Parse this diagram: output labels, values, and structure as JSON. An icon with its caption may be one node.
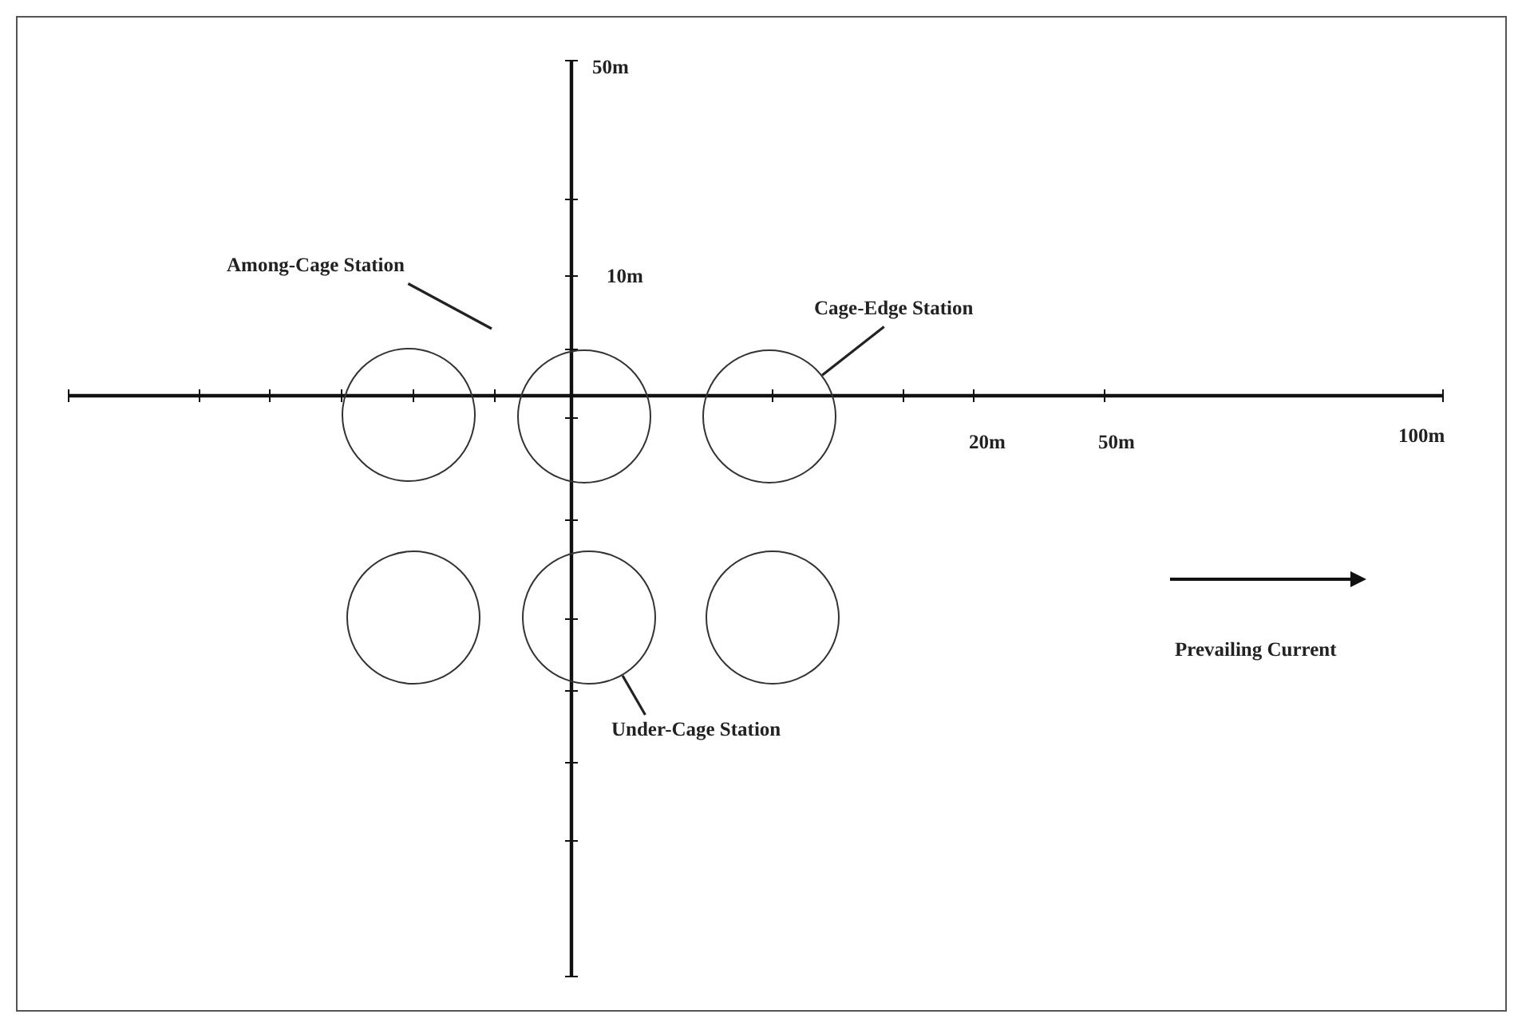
{
  "diagram": {
    "nodes": [
      {
        "text": [
          "Among-Cage Station"
        ]
      },
      {
        "text": [
          "Cage-Edge Station"
        ]
      },
      {
        "text": [],
        "shape": "circle"
      },
      {
        "text": [],
        "shape": "circle"
      },
      {
        "text": [],
        "shape": "circle"
      },
      {
        "text": [],
        "shape": "circle"
      },
      {
        "text": [],
        "shape": "circle"
      },
      {
        "text": [],
        "shape": "circle"
      },
      {
        "text": [
          "Under-Cage Station"
        ]
      }
    ],
    "edges": [
      {
        "from": 0,
        "to": null,
        "arrow": "none"
      },
      {
        "from": 1,
        "to": 4,
        "arrow": "none"
      },
      {
        "from": 8,
        "to": 6,
        "arrow": "none"
      }
    ],
    "labels": [
      "50m",
      "10m",
      "20m",
      "50m",
      "100m",
      "Prevailing Current"
    ]
  }
}
